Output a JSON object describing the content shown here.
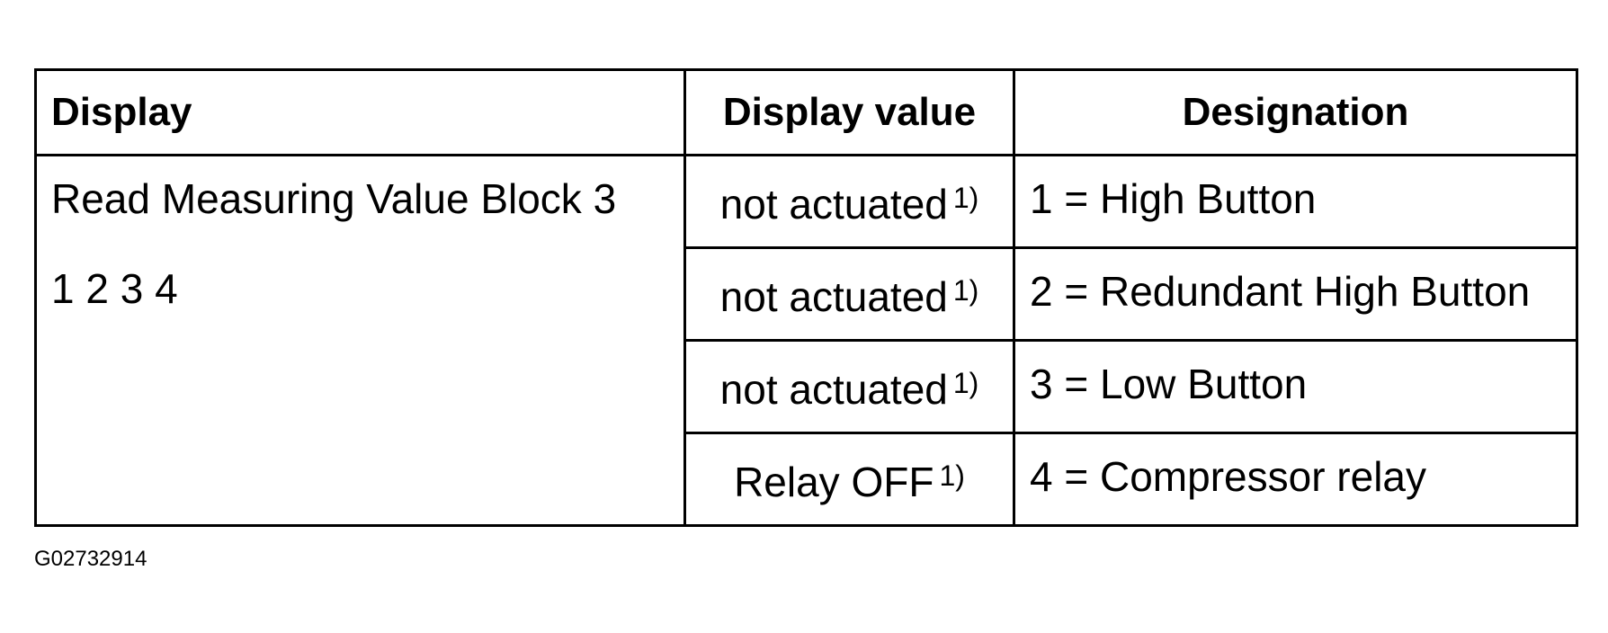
{
  "table": {
    "headers": [
      "Display",
      "Display value",
      "Designation"
    ],
    "display": {
      "line1": "Read Measuring Value Block 3",
      "line2": "1 2 3 4"
    },
    "rows": [
      {
        "value": "not actuated",
        "footnote": "1)",
        "designation": "1 = High Button"
      },
      {
        "value": "not actuated",
        "footnote": "1)",
        "designation": "2 = Redundant High Button"
      },
      {
        "value": "not actuated",
        "footnote": "1)",
        "designation": "3 = Low Button"
      },
      {
        "value": "Relay OFF",
        "footnote": "1)",
        "designation": "4 = Compressor relay"
      }
    ]
  },
  "figure_id": "G02732914"
}
